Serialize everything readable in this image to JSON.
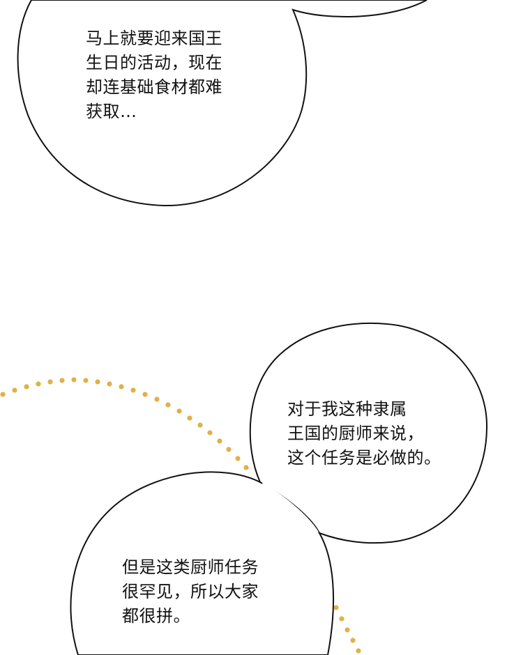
{
  "panel": {
    "bubble_top": {
      "lines": [
        "马上就要迎来国王",
        "生日的活动，现在",
        "却连基础食材都难",
        "获取…"
      ]
    },
    "bubble_right": {
      "lines": [
        "对于我这种隶属",
        "王国的厨师来说，",
        "这个任务是必做的。"
      ]
    },
    "bubble_bottom": {
      "lines": [
        "但是这类厨师任务",
        "很罕见，所以大家",
        "都很拼。"
      ]
    }
  },
  "colors": {
    "background": "#ffffff",
    "bubble_fill": "#ffffff",
    "bubble_stroke": "#111111",
    "dots": "#e0b04a",
    "text": "#111111"
  }
}
